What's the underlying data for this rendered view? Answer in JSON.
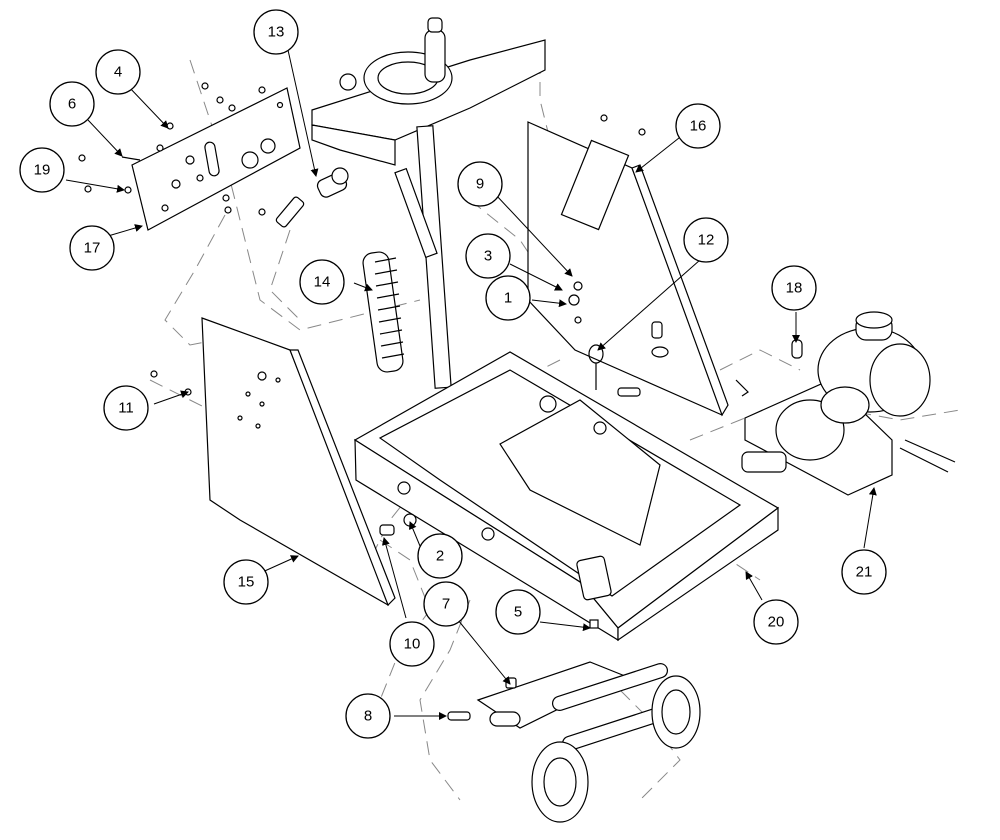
{
  "callouts": [
    {
      "n": "1"
    },
    {
      "n": "2"
    },
    {
      "n": "3"
    },
    {
      "n": "4"
    },
    {
      "n": "5"
    },
    {
      "n": "6"
    },
    {
      "n": "7"
    },
    {
      "n": "8"
    },
    {
      "n": "9"
    },
    {
      "n": "10"
    },
    {
      "n": "11"
    },
    {
      "n": "12"
    },
    {
      "n": "13"
    },
    {
      "n": "14"
    },
    {
      "n": "15"
    },
    {
      "n": "16"
    },
    {
      "n": "17"
    },
    {
      "n": "18"
    },
    {
      "n": "19"
    },
    {
      "n": "20"
    },
    {
      "n": "21"
    }
  ],
  "colors": {
    "line": "#000000",
    "background": "#ffffff",
    "dashed_guides": "#888888"
  }
}
